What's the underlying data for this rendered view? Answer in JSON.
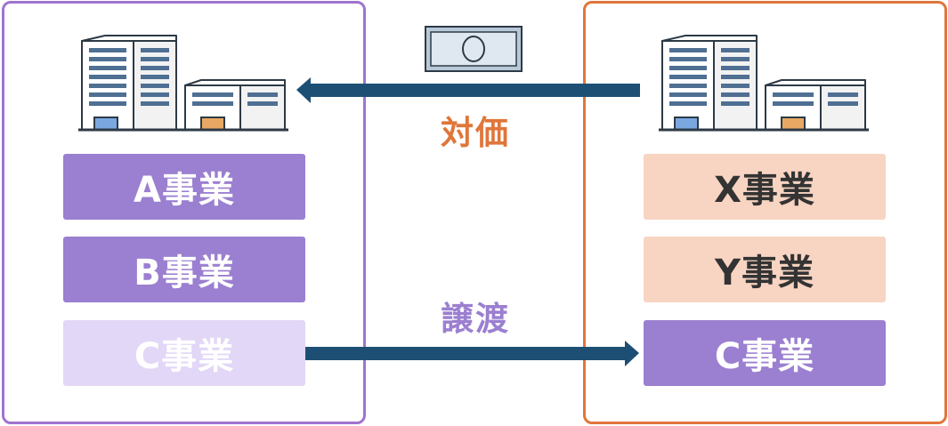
{
  "left_company": {
    "businesses": [
      {
        "label": "A事業",
        "state": "owned"
      },
      {
        "label": "B事業",
        "state": "owned"
      },
      {
        "label": "C事業",
        "state": "transferred-out"
      }
    ]
  },
  "right_company": {
    "businesses": [
      {
        "label": "X事業",
        "state": "owned"
      },
      {
        "label": "Y事業",
        "state": "owned"
      },
      {
        "label": "C事業",
        "state": "acquired"
      }
    ]
  },
  "flows": {
    "payment_label": "対価",
    "transfer_label": "譲渡"
  },
  "icons": [
    "office-buildings-icon",
    "banknote-icon",
    "arrow-left-icon",
    "arrow-right-icon"
  ],
  "colors": {
    "left_border": "#9f73d0",
    "right_border": "#e0763a",
    "business_purple": "#9b7fd0",
    "business_faded": "#e2d7f6",
    "business_peach": "#f8d4c2",
    "arrow": "#1d4f75",
    "payment_text": "#e0763a",
    "transfer_text": "#9b7fd0"
  }
}
